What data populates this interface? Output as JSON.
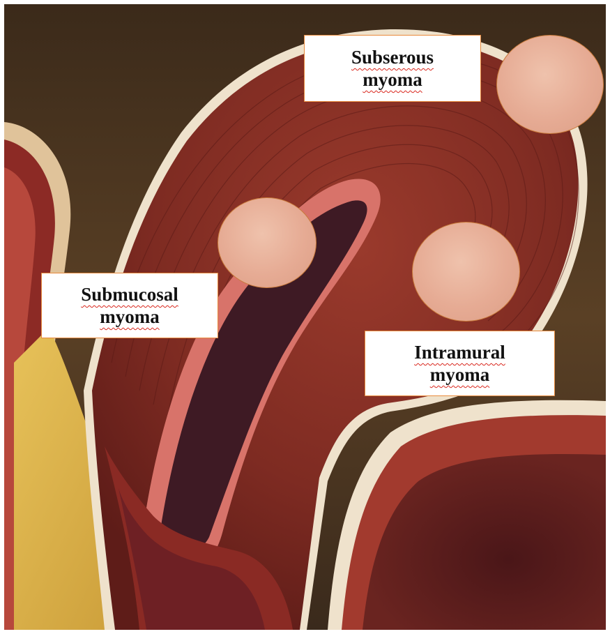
{
  "labels": {
    "subserous": {
      "line1": "Subserous",
      "line2": "myoma"
    },
    "submucosal": {
      "line1": "Submucosal",
      "line2": "myoma"
    },
    "intramural": {
      "line1": "Intramural",
      "line2": "myoma"
    }
  },
  "colors": {
    "background_tissue": "#4a3420",
    "myometrium": "#7a2a22",
    "endometrium": "#d8736a",
    "cavity": "#3a1a22",
    "fat": "#d9b24a",
    "myoma_fill": "#e6ab94",
    "myoma_border": "#c97a3a",
    "label_border": "#e8893a",
    "spell_underline": "#d9261c"
  },
  "icons": [
    "uterus-illustration",
    "myoma-circle"
  ]
}
